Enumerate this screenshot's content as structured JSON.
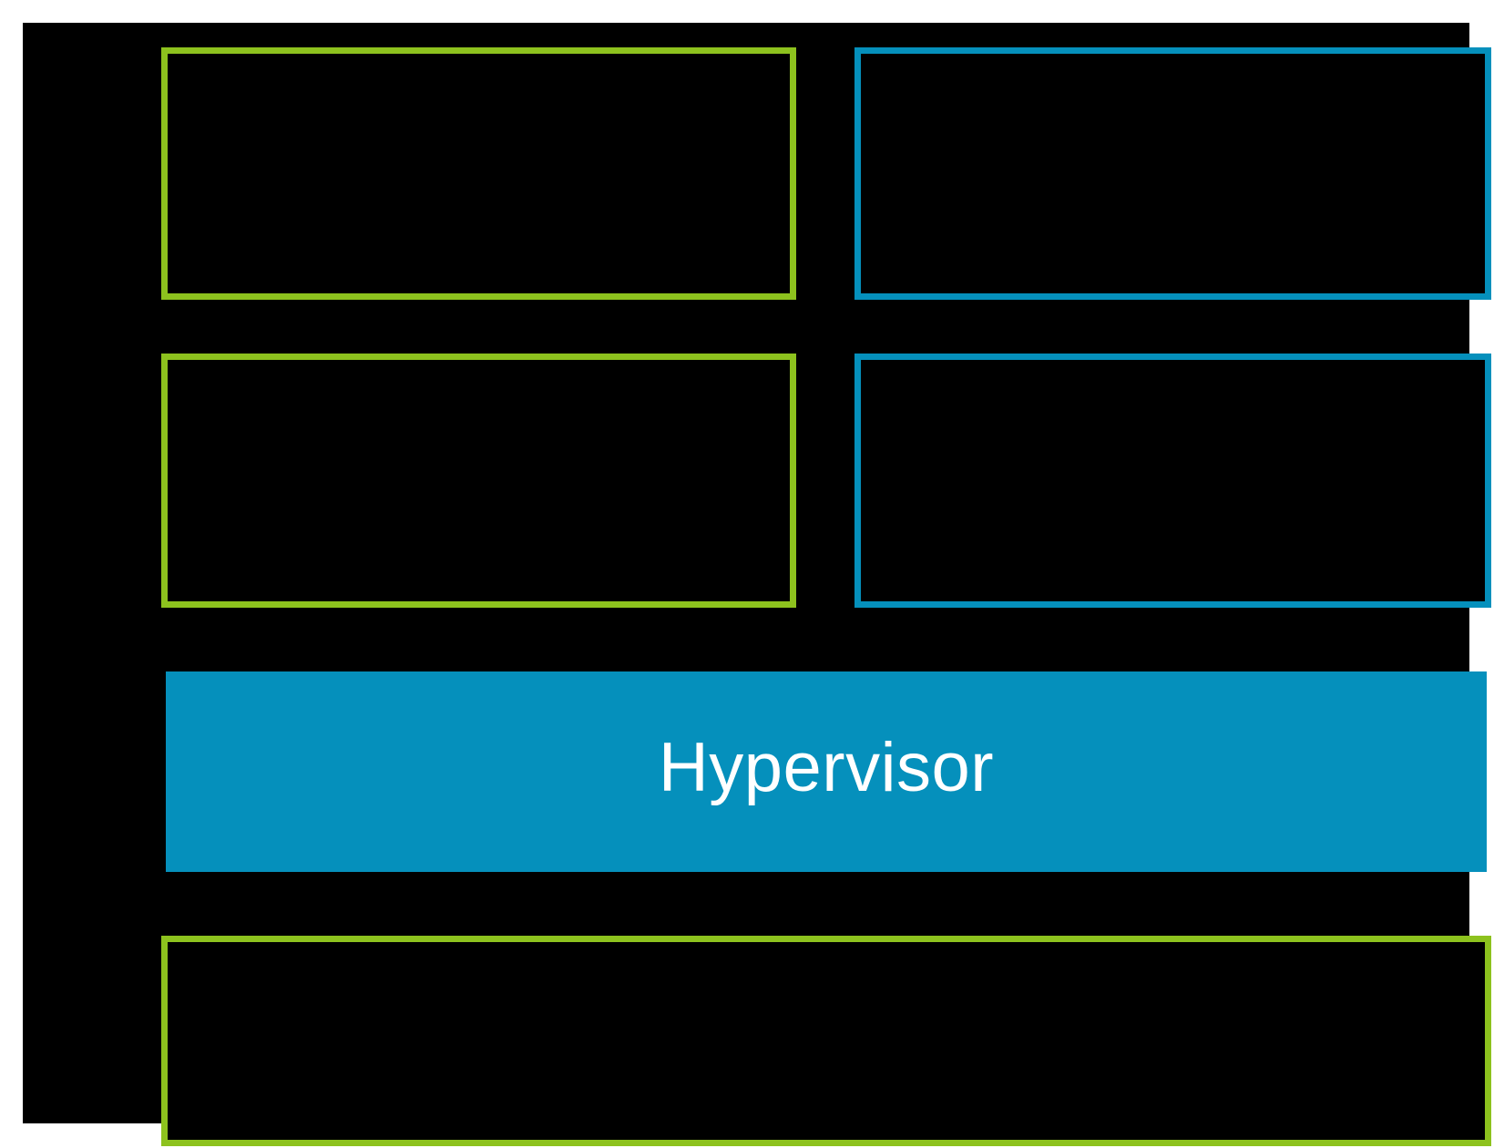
{
  "page": {
    "background": "#FFFFFF"
  },
  "canvas": {
    "background": "#000000"
  },
  "colors": {
    "page-background": "#FFFFFF",
    "canvas-background": "#000000",
    "green": "#8DC21E",
    "blue": "#0590BC",
    "hypervisor-fill": "#0590BC",
    "hypervisor-text": "#FFFFFF"
  },
  "hypervisor": {
    "label": "Hypervisor"
  },
  "boxes": [
    {
      "id": "green-outline-box-top-left",
      "border_color": "#8DC21E",
      "fill": "#000000"
    },
    {
      "id": "blue-outline-box-top-right",
      "border_color": "#0590BC",
      "fill": "#000000"
    },
    {
      "id": "green-outline-box-middle-left",
      "border_color": "#8DC21E",
      "fill": "#000000"
    },
    {
      "id": "blue-outline-box-middle-right",
      "border_color": "#0590BC",
      "fill": "#000000"
    },
    {
      "id": "hypervisor-bar",
      "fill": "#0590BC"
    },
    {
      "id": "green-outline-box-bottom",
      "border_color": "#8DC21E",
      "fill": "#000000"
    }
  ]
}
